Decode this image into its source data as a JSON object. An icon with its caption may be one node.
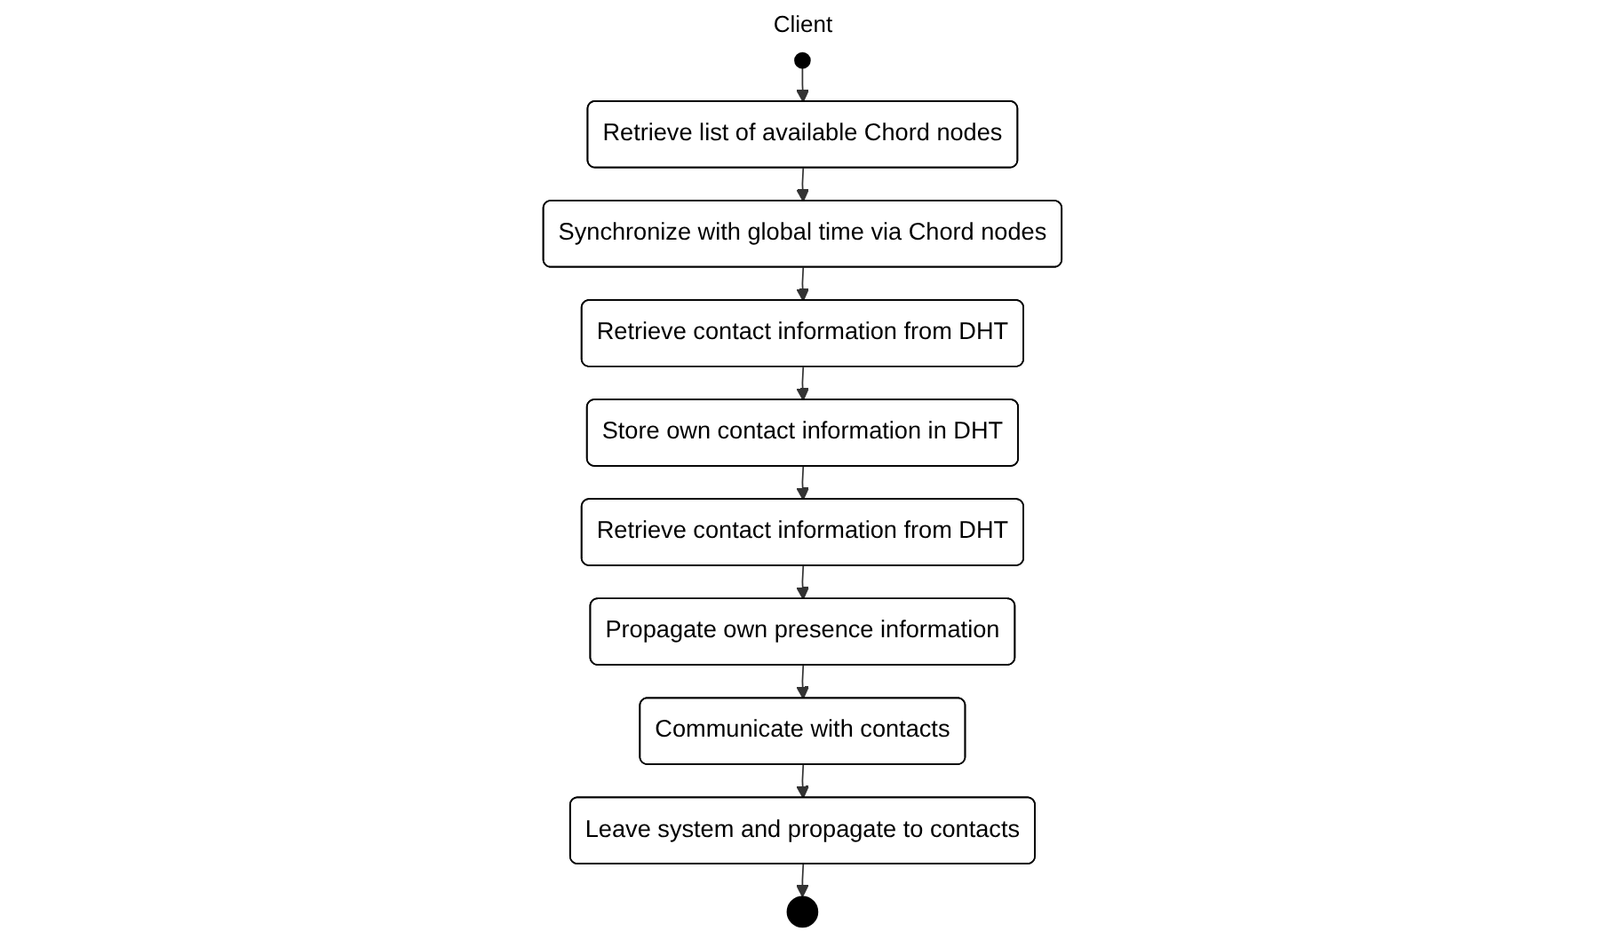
{
  "diagram": {
    "title": "Client",
    "nodes": [
      {
        "text": [],
        "shape": "circle"
      },
      {
        "text": [
          "Retrieve list of available Chord nodes"
        ]
      },
      {
        "text": [
          "Synchronize with global time via Chord nodes"
        ]
      },
      {
        "text": [
          "Retrieve contact information from DHT"
        ]
      },
      {
        "text": [
          "Store own contact information in DHT"
        ]
      },
      {
        "text": [
          "Retrieve contact information from DHT"
        ]
      },
      {
        "text": [
          "Propagate own presence information"
        ]
      },
      {
        "text": [
          "Communicate with contacts"
        ]
      },
      {
        "text": [
          "Leave system and propagate to contacts"
        ]
      },
      {
        "text": [],
        "shape": "circle"
      }
    ],
    "edges": [
      {
        "from": 0,
        "to": 1,
        "arrow": "to"
      },
      {
        "from": 1,
        "to": 2,
        "arrow": "to"
      },
      {
        "from": 2,
        "to": 3,
        "arrow": "to"
      },
      {
        "from": 3,
        "to": 4,
        "arrow": "to"
      },
      {
        "from": 4,
        "to": 5,
        "arrow": "to"
      },
      {
        "from": 5,
        "to": 6,
        "arrow": "to"
      },
      {
        "from": 6,
        "to": 7,
        "arrow": "to"
      },
      {
        "from": 7,
        "to": 8,
        "arrow": "to"
      },
      {
        "from": 8,
        "to": 9,
        "arrow": "to"
      }
    ]
  }
}
